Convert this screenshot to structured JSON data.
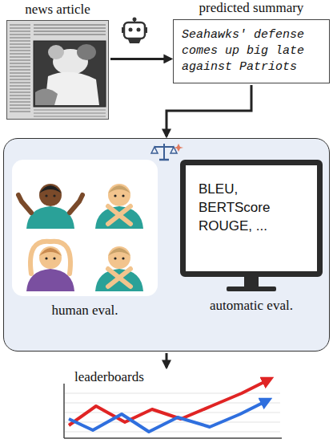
{
  "diagram": {
    "nodes": [
      {
        "text": [
          "news article"
        ]
      },
      {
        "text": [
          "predicted summary",
          "Seahawks' defense comes up big late against Patriots"
        ]
      },
      {
        "text": []
      },
      {
        "text": [
          "human eval."
        ],
        "in": 2
      },
      {
        "text": [
          "BLEU, BERTScore ROUGE, ...",
          "automatic eval."
        ],
        "in": 2
      },
      {
        "text": [
          "leaderboards"
        ]
      }
    ],
    "edges": [
      {
        "from": 0,
        "to": 1,
        "arrow": "to"
      },
      {
        "from": 1,
        "to": 2,
        "arrow": "to"
      },
      {
        "from": 2,
        "to": 5,
        "arrow": "to"
      }
    ]
  }
}
